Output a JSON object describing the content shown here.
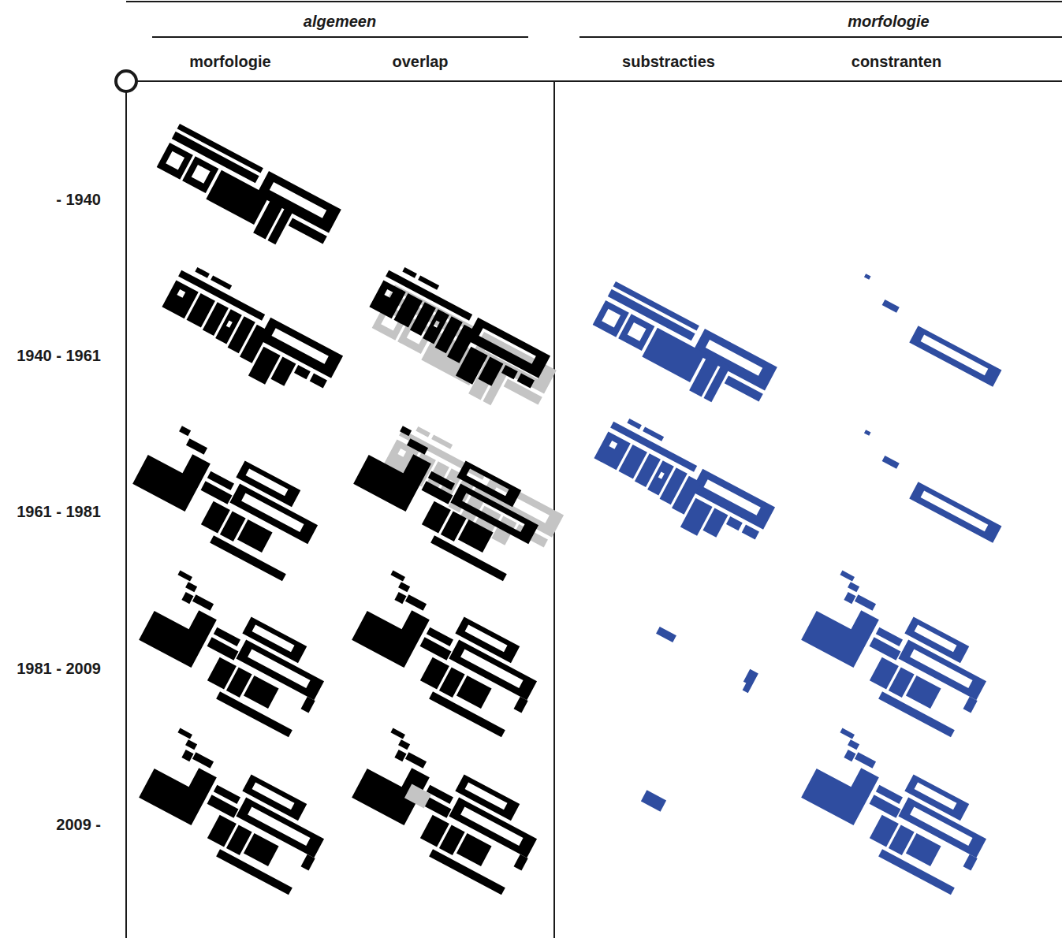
{
  "diagram": {
    "labels": [
      "algemeen",
      "morfologie",
      "morfologie",
      "overlap",
      "substracties",
      "constranten",
      "- 1940",
      "1940 - 1961",
      "1961 - 1981",
      "1981 - 2009",
      "2009 -"
    ]
  }
}
